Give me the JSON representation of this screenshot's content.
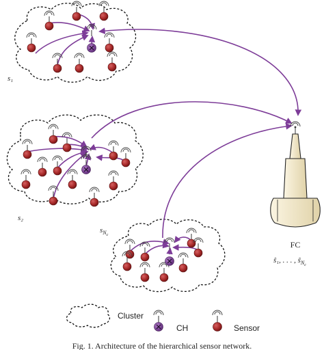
{
  "clusters": [
    {
      "id": "cluster-1",
      "label": "s₁"
    },
    {
      "id": "cluster-2",
      "label": "s₂"
    },
    {
      "id": "cluster-n",
      "label": "s_{N_c}",
      "label_main": "s",
      "label_sub": "N",
      "label_subsub": "c"
    }
  ],
  "fusion_center": {
    "label": "FC",
    "estimates": "ŝ₁, . . . , ŝ",
    "estimates_sub": "N",
    "estimates_subsub": "c"
  },
  "legend": {
    "cluster": "Cluster",
    "ch": "CH",
    "sensor": "Sensor"
  },
  "caption": "Fig. 1.  Architecture of the hierarchical sensor network.",
  "colors": {
    "arrow": "#7d3c98",
    "sensor": "#a82a2a",
    "cluster_head": "#7d3c98",
    "fc_body": "#f5ecd2"
  }
}
